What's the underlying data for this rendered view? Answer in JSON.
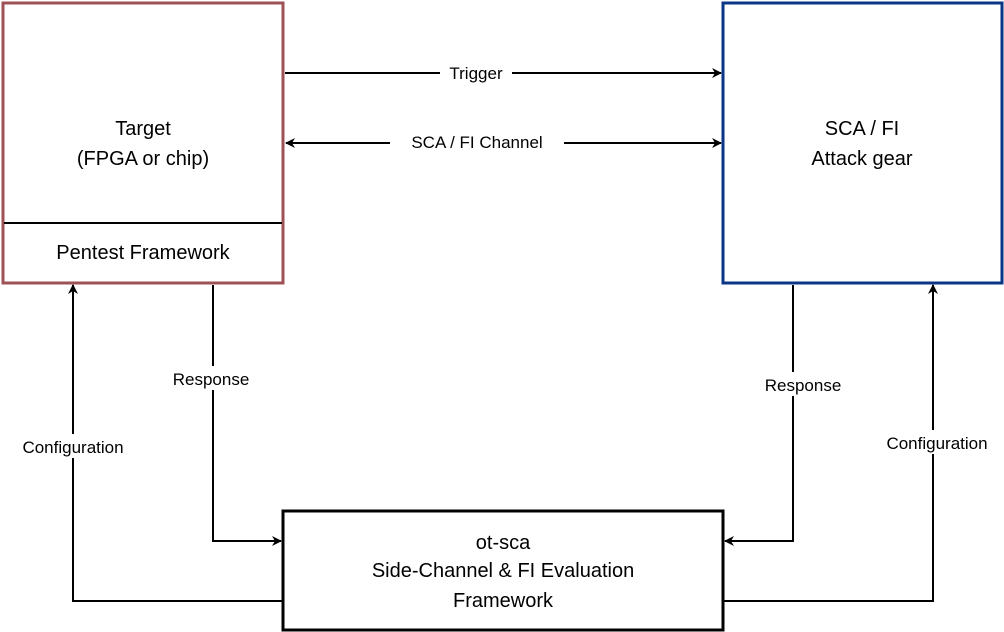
{
  "nodes": {
    "target": {
      "line1": "Target",
      "line2": "(FPGA or chip)",
      "footer": "Pentest Framework",
      "border_color": "#9e5257"
    },
    "attack_gear": {
      "line1": "SCA / FI",
      "line2": "Attack gear",
      "border_color": "#0b3585"
    },
    "ot_sca": {
      "line1": "ot-sca",
      "line2": "Side-Channel & FI Evaluation",
      "line3": "Framework",
      "border_color": "#000000"
    }
  },
  "edges": {
    "trigger": "Trigger",
    "sca_channel": "SCA / FI Channel",
    "response_left": "Response",
    "configuration_left": "Configuration",
    "response_right": "Response",
    "configuration_right": "Configuration"
  }
}
